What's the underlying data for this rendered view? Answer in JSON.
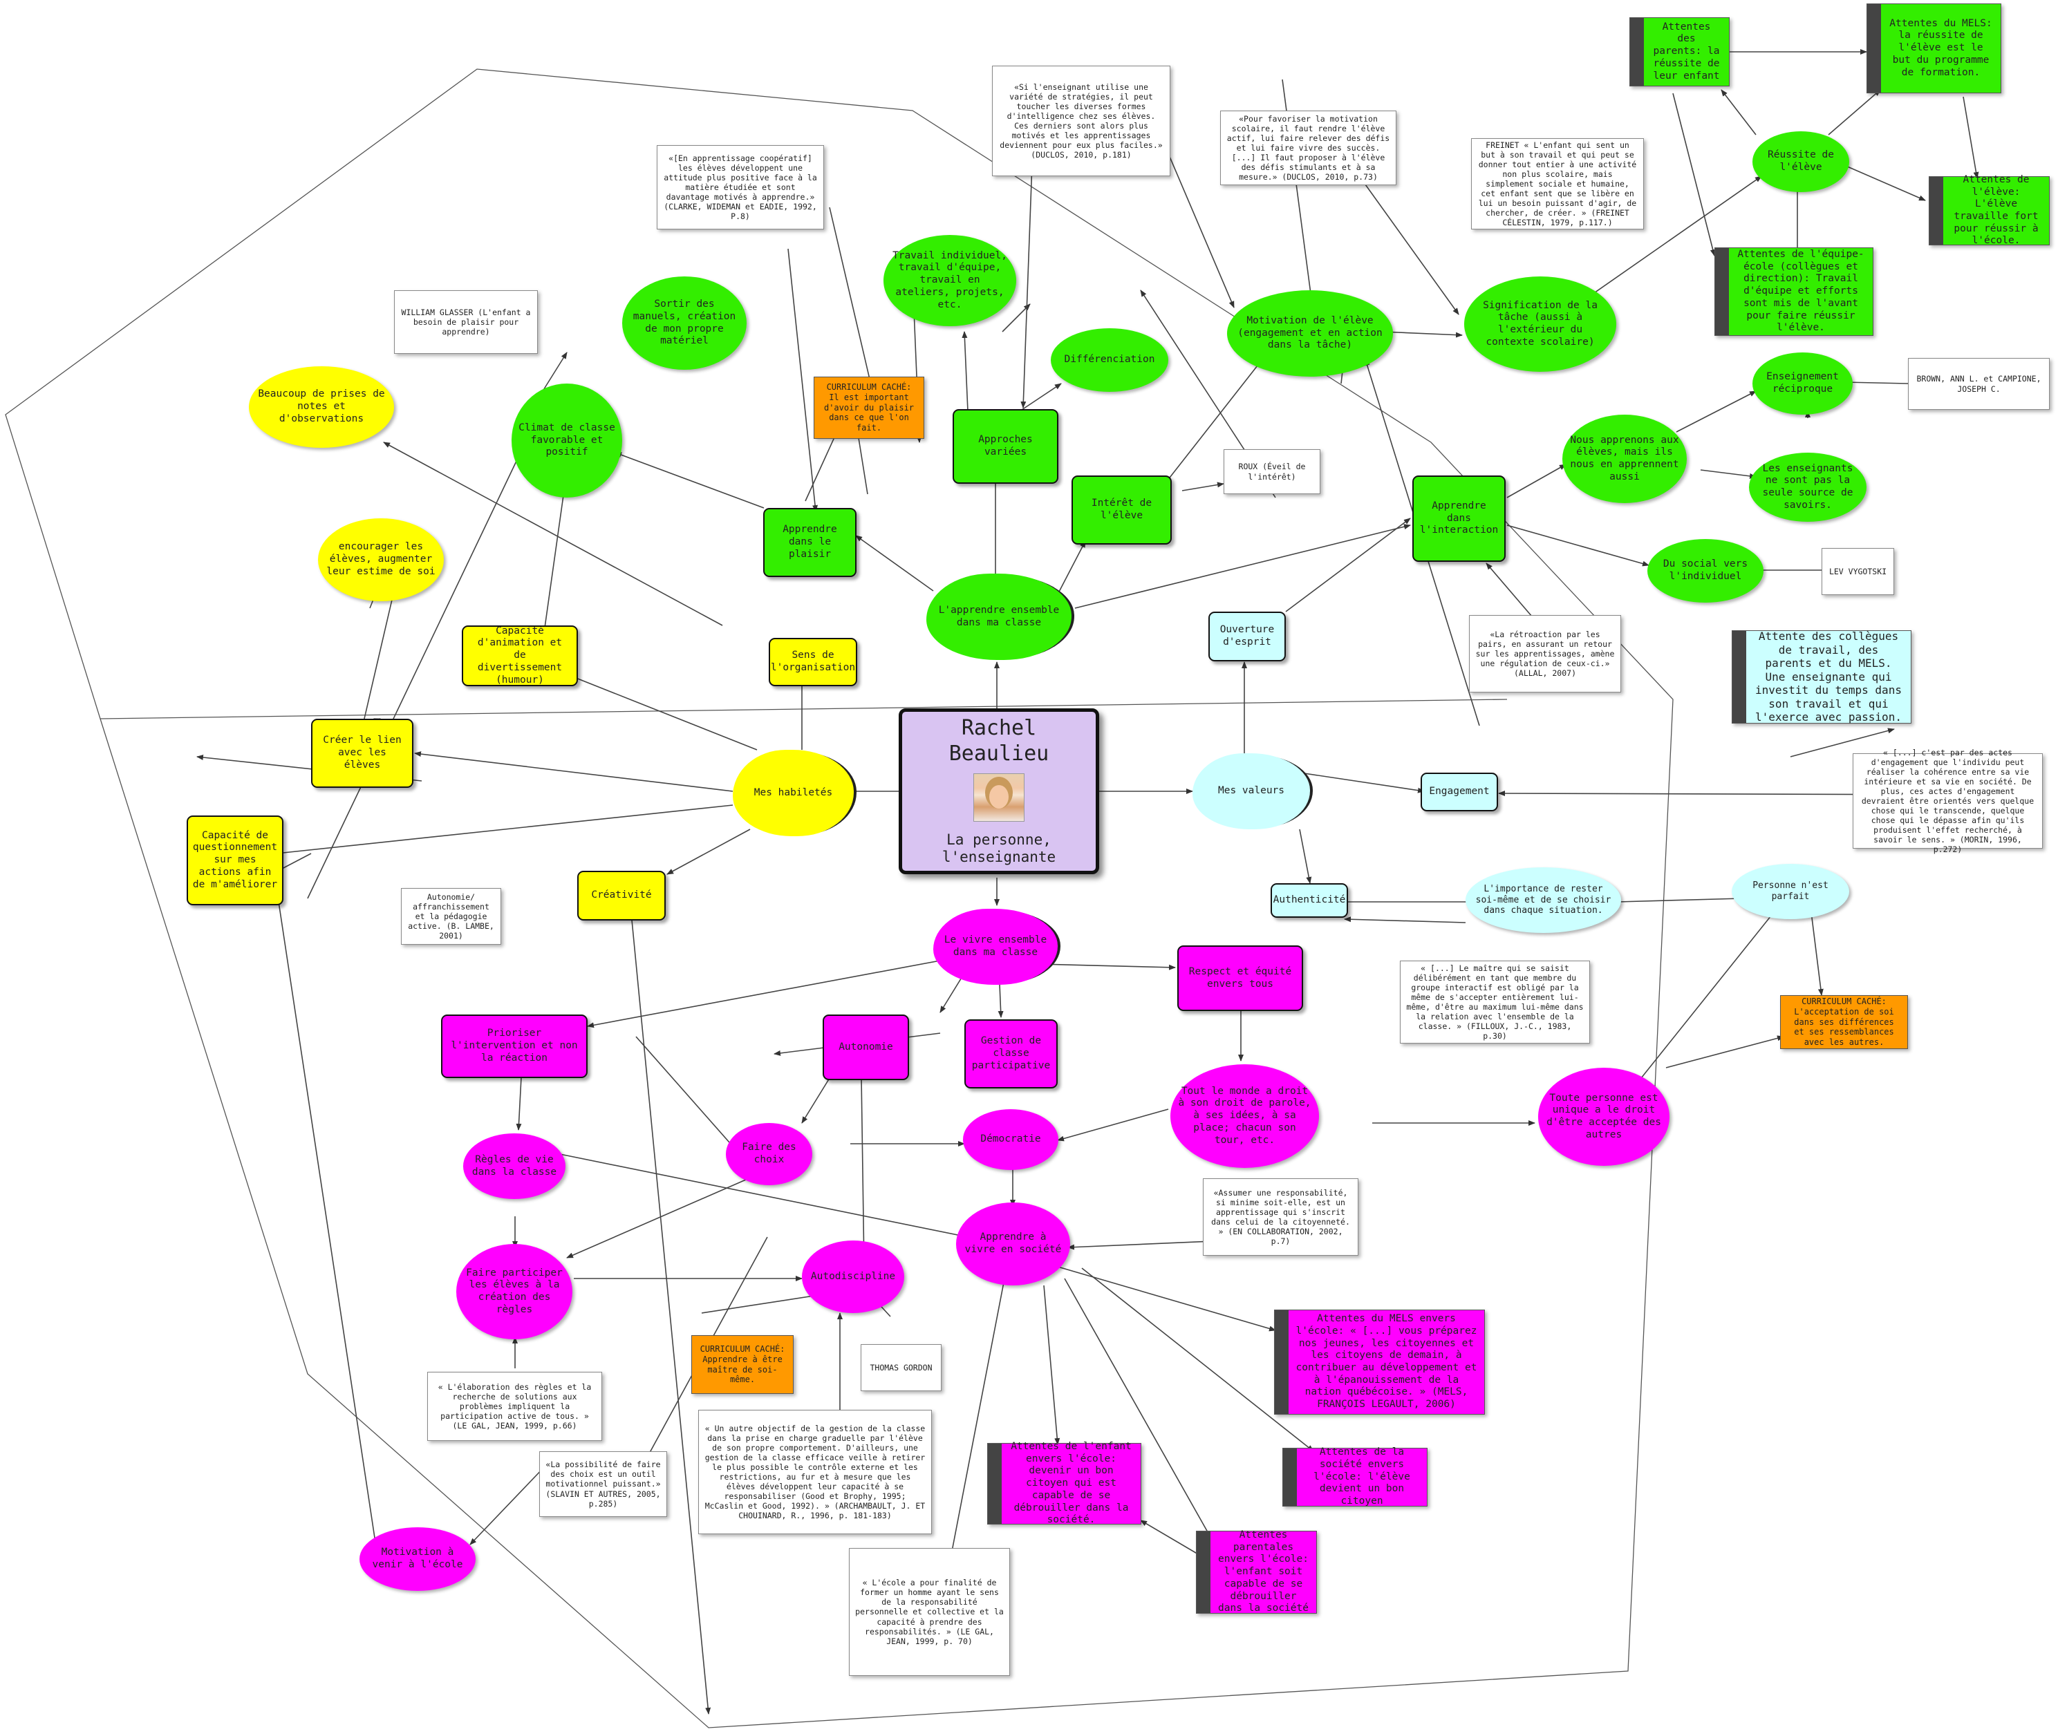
{
  "center": {
    "title": "Rachel Beaulieu",
    "subtitle": "La personne, l'enseignante",
    "photo_icon": "portrait-photo"
  },
  "clouds": {
    "habiletes": "Mes habiletés",
    "apprendre": "L'apprendre ensemble dans ma classe",
    "valeurs": "Mes valeurs",
    "vivre": "Le vivre ensemble dans ma classe"
  },
  "green": {
    "approches": "Approches variées",
    "plaisir": "Apprendre dans le plaisir",
    "interet": "Intérêt de l'élève",
    "interaction": "Apprendre dans l'interaction",
    "sortir": "Sortir des manuels, création de mon propre matériel",
    "travail": "Travail individuel, travail d'équipe, travail en ateliers, projets, etc.",
    "differenciation": "Différenciation",
    "climat": "Climat de classe favorable et positif",
    "motivation": "Motivation de l'élève (engagement et en action dans la tâche)",
    "signification": "Signification de la tâche (aussi à l'extérieur du contexte scolaire)",
    "reussite": "Réussite de l'élève",
    "nous": "Nous apprenons aux élèves, mais ils nous en apprennent aussi",
    "reciproque": "Enseignement réciproque",
    "source": "Les enseignants ne sont pas la seule source de savoirs.",
    "social": "Du social vers l'individuel",
    "parents": "Attentes des parents: la réussite de leur enfant",
    "mels": "Attentes du MELS: la réussite de l'élève est le but du programme de formation.",
    "eleve": "Attentes de l'élève: L'élève travaille fort pour réussir à l'école.",
    "equipe": "Attentes de l'équipe-école (collègues et direction): Travail d'équipe et efforts sont mis de l'avant pour faire réussir l'élève."
  },
  "yellow": {
    "notes": "Beaucoup de prises de notes et d'observations",
    "encourager": "encourager les élèves, augmenter leur estime de soi",
    "animation": "Capacité d'animation et de divertissement (humour)",
    "sens": "Sens de l'organisation",
    "lien": "Créer le lien avec les élèves",
    "questionnement": "Capacité de questionnement sur mes actions afin de m'améliorer",
    "creativite": "Créativité"
  },
  "cyan": {
    "ouverture": "Ouverture d'esprit",
    "engagement": "Engagement",
    "authenticite": "Authenticité",
    "importance": "L'importance de rester soi-même et de se choisir dans chaque situation.",
    "parfait": "Personne n'est parfait",
    "collegues": "Attente des collègues de travail, des parents et du MELS. Une enseignante qui investit du temps dans son travail et qui l'exerce avec passion."
  },
  "magenta": {
    "prioriser": "Prioriser l'intervention et non la réaction",
    "autonomie": "Autonomie",
    "gestion": "Gestion de classe participative",
    "respect": "Respect et équité envers tous",
    "regles": "Règles de vie dans la classe",
    "choix": "Faire des choix",
    "democratie": "Démocratie",
    "toutlemonde": "Tout le monde a droit à son droit de parole, à ses idées, à sa place; chacun son tour, etc.",
    "unique": "Toute personne est unique a le droit d'être acceptée des autres",
    "participer": "Faire participer les élèves à la création des règles",
    "autodiscipline": "Autodiscipline",
    "vivre": "Apprendre à vivre en société",
    "melsecole": "Attentes du MELS envers l'école: « [...] vous préparez nos jeunes, les citoyennes et les citoyens de demain, à contribuer au développement et à l'épanouissement de la nation québécoise. » (MELS, FRANÇOIS LEGAULT, 2006)",
    "enfant": "Attentes de l'enfant envers l'école: devenir un bon citoyen qui est capable de se débrouiller dans la société.",
    "societe": "Attentes de la société envers l'école: l'élève devient un bon citoyen",
    "parentales": "Attentes parentales envers l'école: l'enfant soit capable de se débrouiller dans la société",
    "motivation": "Motivation à venir à l'école"
  },
  "orange": {
    "cache1": "CURRICULUM CACHÉ: Il est important d'avoir du plaisir dans ce que l'on fait.",
    "cache2": "CURRICULUM CACHÉ: Apprendre à être maître de soi-même.",
    "cache3": "CURRICULUM CACHÉ: L'acceptation de soi dans ses différences et ses ressemblances avec les autres."
  },
  "notes": {
    "strategies": "«Si l'enseignant utilise une variété de stratégies, il peut toucher les diverses formes d'intelligence chez ses élèves. Ces derniers sont alors plus motivés et les apprentissages deviennent pour eux plus faciles.» (DUCLOS, 2010, p.181)",
    "cooperatif": "«[En apprentissage coopératif] les élèves développent une attitude plus positive face à la matière étudiée et sont davantage motivés à apprendre.» (CLARKE, WIDEMAN et EADIE, 1992, P.8)",
    "favoriser": "«Pour favoriser la motivation scolaire, il faut rendre l'élève actif, lui faire relever des défis et lui faire vivre des succès. [...] Il faut proposer à l'élève des défis stimulants et à sa mesure.» (DUCLOS, 2010, p.73)",
    "freinet": "FREINET « L'enfant qui sent un but à son travail et qui peut se donner tout entier à une activité non plus scolaire, mais simplement sociale et humaine, cet enfant sent que se libère en lui un besoin puissant d'agir, de chercher, de créer. » (FREINET CÉLESTIN, 1979, p.117.)",
    "glasser": "WILLIAM GLASSER (L'enfant a besoin de plaisir pour apprendre)",
    "roux": "ROUX (Éveil de l'intérêt)",
    "brown": "BROWN, ANN L. et CAMPIONE, JOSEPH C.",
    "vygotski": "LEV VYGOTSKI",
    "retroaction": "«La rétroaction par les pairs, en assurant un retour sur les apprentissages, amène une régulation de ceux-ci.» (ALLAL, 2007)",
    "actes": "« [...] c'est par des actes d'engagement que l'individu peut réaliser la cohérence entre sa vie intérieure et sa vie en société. De plus, ces actes d'engagement devraient être orientés vers quelque chose qui le transcende, quelque chose qui le dépasse afin qu'ils produisent l'effet recherché, à savoir le sens. » (MORIN, 1996, p.272)",
    "autonomie": "Autonomie/ affranchissement et la pédagogie active. (B. LAMBE, 2001)",
    "maitre": "« [...] Le maître qui se saisit délibérément en tant que membre du groupe interactif est obligé par la même de s'accepter entièrement lui-même, d'être au maximum lui-même dans la relation avec l'ensemble de la classe. » (FILLOUX, J.-C., 1983, p.30)",
    "assumer": "«Assumer une responsabilité, si minime soit-elle, est un apprentissage qui s'inscrit dans celui de la citoyenneté. » (EN COLLABORATION, 2002, p.7)",
    "elaboration": "« L'élaboration des règles et la recherche de solutions aux problèmes impliquent la participation active de tous. » (LE GAL, JEAN, 1999, p.66)",
    "gordon": "THOMAS GORDON",
    "objectif": "« Un autre objectif de la gestion de la classe dans la prise en charge graduelle par l'élève de son propre comportement. D'ailleurs, une gestion de la classe efficace veille à retirer le plus possible le contrôle externe et les restrictions, au fur et à mesure que les élèves développent leur capacité à se responsabiliser (Good et Brophy, 1995; McCaslin et Good, 1992). » (ARCHAMBAULT, J. ET CHOUINARD, R., 1996, p. 181-183)",
    "possibilite": "«La possibilité de faire des choix est un outil motivationnel puissant.» (SLAVIN ET AUTRES, 2005, p.285)",
    "finalite": "« L'école a pour finalité de former un homme ayant le sens de la responsabilité personnelle et collective et la capacité à prendre des responsabilités. » (LE GAL, JEAN, 1999, p. 70)"
  }
}
